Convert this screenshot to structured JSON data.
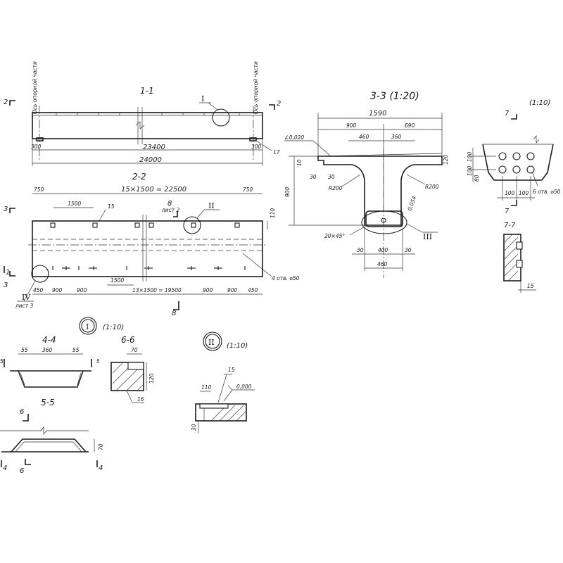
{
  "views": {
    "v11": {
      "title": "1-1",
      "callout": "I",
      "section_left": "2",
      "section_right": "2",
      "note_left": "Ось опорной части",
      "note_right": "Ось опорной части",
      "dim_end_left": "300",
      "dim_end_right": "300",
      "dim_inner": "23400",
      "dim_total": "24000",
      "leader": "17"
    },
    "v22": {
      "title": "2-2",
      "callout_II": "II",
      "callout_IV": "IV",
      "dim_top_left": "750",
      "dim_top_mid": "15×1500 = 22500",
      "dim_top_right": "750",
      "dim_top_step": "1500",
      "dim_right": "110",
      "dim_bot_step": "1500",
      "dim_b1": "450",
      "dim_b2": "900",
      "dim_b3": "900",
      "dim_b4": "13×1500 = 19500",
      "dim_b5": "900",
      "dim_b6": "900",
      "dim_b7": "450",
      "label_15": "15",
      "label_sheet2": "лист 2",
      "label_8": "8",
      "label_sheet3": "лист 3",
      "label_holes": "4 отв. ⌀50",
      "sec3_top": "3",
      "sec3_bot": "3",
      "sec1_bot": "1",
      "sec8_bot": "8"
    },
    "v33": {
      "title": "3-3 (1:20)",
      "d_1590": "1590",
      "d_900": "900",
      "d_690": "690",
      "d_460": "460",
      "d_360": "360",
      "level": "∠0,020",
      "d_10": "10",
      "d_30a": "30",
      "d_30b": "30",
      "d_120": "120",
      "r_left": "R200",
      "r_right": "R200",
      "slope": "0,054",
      "height": "900",
      "chamfer": "20×45°",
      "callout_III": "III",
      "b_30l": "30",
      "b_400": "400",
      "b_30r": "30",
      "b_460": "460"
    },
    "v77": {
      "scale": "(1:10)",
      "mark_7top": "7",
      "mark_7bot": "7",
      "d_100v1": "100",
      "d_100v2": "100",
      "d_80": "80",
      "d_100h1": "100",
      "d_100h2": "100",
      "holes": "6 отв. ⌀50",
      "title_77": "7-7",
      "d_15": "15"
    },
    "detail_I": {
      "mark": "I",
      "scale": "(1:10)",
      "t44": "4-4",
      "d55a": "55",
      "d360": "360",
      "d55b": "55",
      "d5l": "5",
      "d5r": "5",
      "t66": "6-6",
      "d70a": "70",
      "d120": "120",
      "l16": "16",
      "t55": "5-5",
      "m6top": "6",
      "m6bot": "6",
      "m4l": "4",
      "m4r": "4",
      "d70b": "70"
    },
    "detail_II": {
      "mark": "II",
      "scale": "(1:10)",
      "l15": "15",
      "level": "0,000",
      "d110": "110",
      "d30": "30"
    }
  }
}
